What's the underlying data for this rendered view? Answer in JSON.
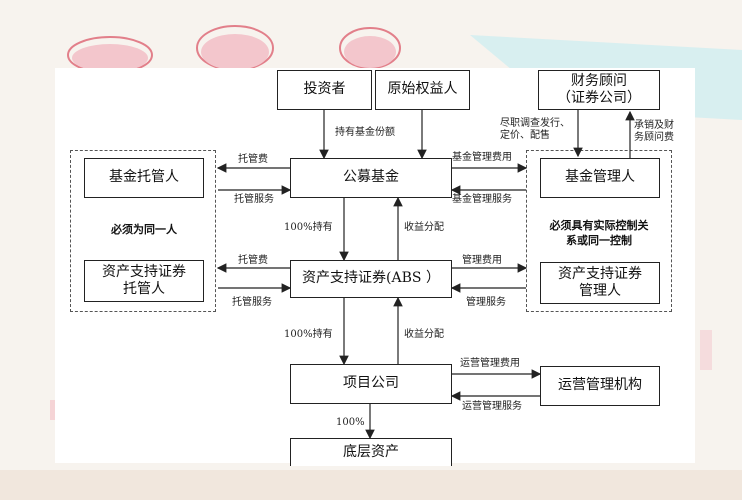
{
  "nodes": {
    "investor": "投资者",
    "originator": "原始权益人",
    "financial_advisor": "财务顾问\n（证券公司）",
    "public_fund": "公募基金",
    "fund_custodian": "基金托管人",
    "fund_manager": "基金管理人",
    "abs": "资产支持证券(ABS ）",
    "abs_custodian": "资产支持证券\n托管人",
    "abs_manager": "资产支持证券\n管理人",
    "project_company": "项目公司",
    "operator": "运营管理机构",
    "underlying_asset": "底层资产"
  },
  "notes": {
    "same_entity": "必须为同一人",
    "controlled": "必须具有实际控制关\n系或同一控制"
  },
  "labels": {
    "hold_fund_units": "持有基金份额",
    "due_diligence": "尽职调查发行、\n定价、配售",
    "underwriting_fee": "承销及财\n务顾问费",
    "custody_fee_1": "托管费",
    "custody_service_1": "托管服务",
    "fund_mgmt_fee": "基金管理费用",
    "fund_mgmt_service": "基金管理服务",
    "hold_100_1": "100%持有",
    "income_dist_1": "收益分配",
    "custody_fee_2": "托管费",
    "custody_service_2": "托管服务",
    "mgmt_fee": "管理费用",
    "mgmt_service": "管理服务",
    "hold_100_2": "100%持有",
    "income_dist_2": "收益分配",
    "ops_mgmt_fee": "运营管理费用",
    "ops_mgmt_service": "运营管理服务",
    "pct_100": "100%"
  }
}
